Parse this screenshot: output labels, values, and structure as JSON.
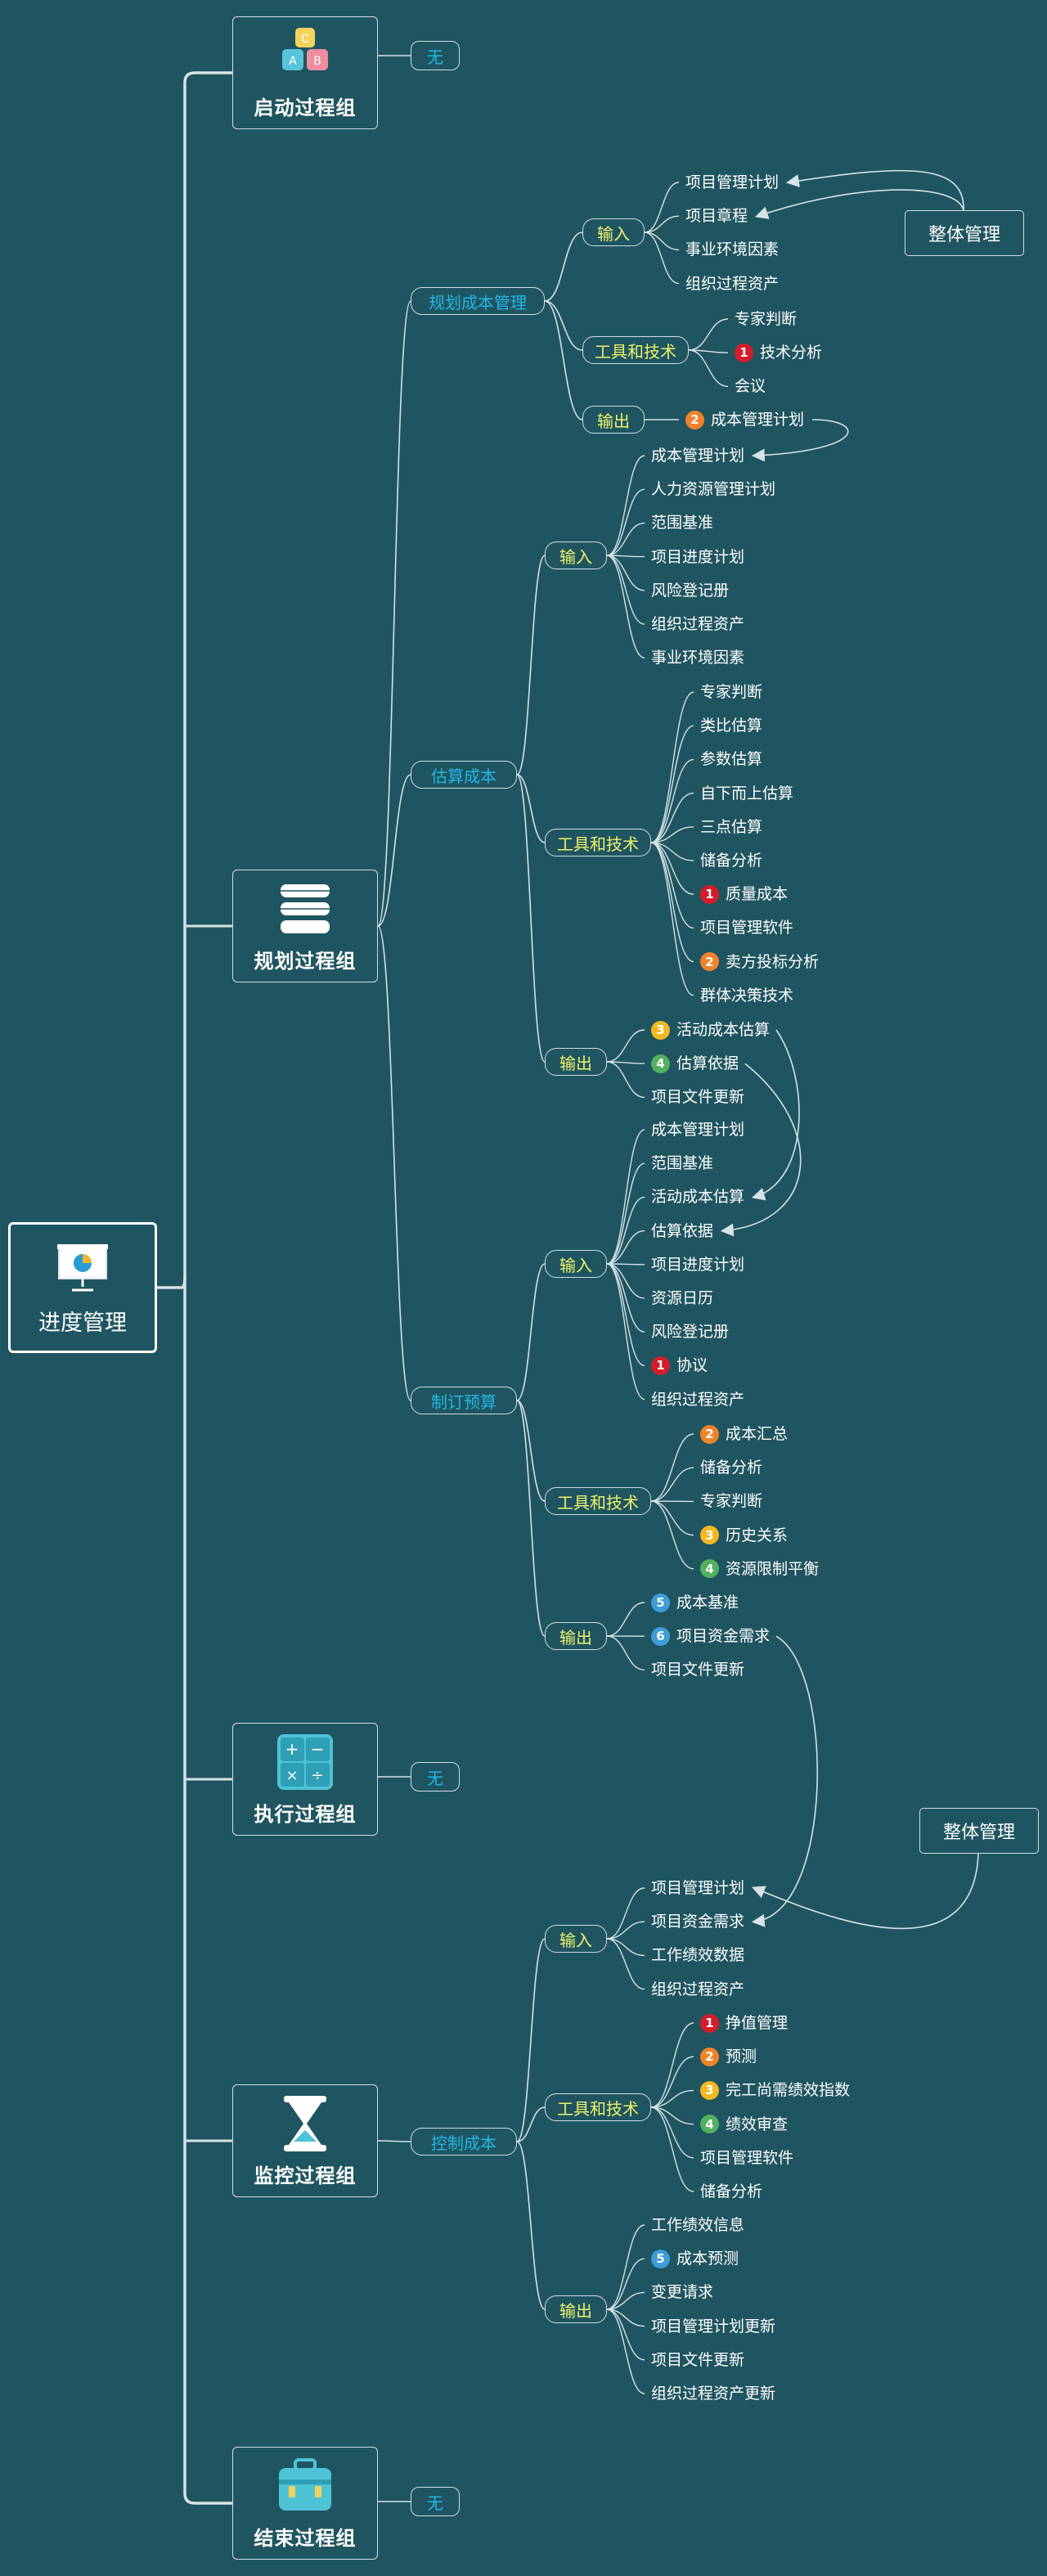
{
  "root": {
    "title": "进度管理"
  },
  "none_label": "无",
  "colors": {
    "background": "#1f5560",
    "process": "#22b8e6",
    "category": "#eef26a",
    "line": "#d6e3e6",
    "badge_1": "#d51c2a",
    "badge_2": "#f0832a",
    "badge_3": "#f3b822",
    "badge_4": "#52b061",
    "badge_5": "#3d9ed6",
    "badge_6": "#3d9ed6"
  },
  "groups": [
    {
      "id": "g1",
      "label": "启动过程组",
      "icon": "abc-blocks-icon"
    },
    {
      "id": "g2",
      "label": "规划过程组",
      "icon": "stacked-layers-icon"
    },
    {
      "id": "g3",
      "label": "执行过程组",
      "icon": "calculator-icon"
    },
    {
      "id": "g4",
      "label": "监控过程组",
      "icon": "hourglass-icon"
    },
    {
      "id": "g5",
      "label": "结束过程组",
      "icon": "briefcase-icon"
    }
  ],
  "processes": [
    {
      "id": "p1",
      "label": "规划成本管理",
      "categories": [
        {
          "label": "输入",
          "items": [
            {
              "text": "项目管理计划"
            },
            {
              "text": "项目章程"
            },
            {
              "text": "事业环境因素"
            },
            {
              "text": "组织过程资产"
            }
          ]
        },
        {
          "label": "工具和技术",
          "items": [
            {
              "text": "专家判断"
            },
            {
              "text": "技术分析",
              "badge": "1"
            },
            {
              "text": "会议"
            }
          ]
        },
        {
          "label": "输出",
          "items": [
            {
              "text": "成本管理计划",
              "badge": "2"
            }
          ]
        }
      ]
    },
    {
      "id": "p2",
      "label": "估算成本",
      "categories": [
        {
          "label": "输入",
          "items": [
            {
              "text": "成本管理计划"
            },
            {
              "text": "人力资源管理计划"
            },
            {
              "text": "范围基准"
            },
            {
              "text": "项目进度计划"
            },
            {
              "text": "风险登记册"
            },
            {
              "text": "组织过程资产"
            },
            {
              "text": "事业环境因素"
            }
          ]
        },
        {
          "label": "工具和技术",
          "items": [
            {
              "text": "专家判断"
            },
            {
              "text": "类比估算"
            },
            {
              "text": "参数估算"
            },
            {
              "text": "自下而上估算"
            },
            {
              "text": "三点估算"
            },
            {
              "text": "储备分析"
            },
            {
              "text": "质量成本",
              "badge": "1"
            },
            {
              "text": "项目管理软件"
            },
            {
              "text": "卖方投标分析",
              "badge": "2"
            },
            {
              "text": "群体决策技术"
            }
          ]
        },
        {
          "label": "输出",
          "items": [
            {
              "text": "活动成本估算",
              "badge": "3"
            },
            {
              "text": "估算依据",
              "badge": "4"
            },
            {
              "text": "项目文件更新"
            }
          ]
        }
      ]
    },
    {
      "id": "p3",
      "label": "制订预算",
      "categories": [
        {
          "label": "输入",
          "items": [
            {
              "text": "成本管理计划"
            },
            {
              "text": "范围基准"
            },
            {
              "text": "活动成本估算"
            },
            {
              "text": "估算依据"
            },
            {
              "text": "项目进度计划"
            },
            {
              "text": "资源日历"
            },
            {
              "text": "风险登记册"
            },
            {
              "text": "协议",
              "badge": "1"
            },
            {
              "text": "组织过程资产"
            }
          ]
        },
        {
          "label": "工具和技术",
          "items": [
            {
              "text": "成本汇总",
              "badge": "2"
            },
            {
              "text": "储备分析"
            },
            {
              "text": "专家判断"
            },
            {
              "text": "历史关系",
              "badge": "3"
            },
            {
              "text": "资源限制平衡",
              "badge": "4"
            }
          ]
        },
        {
          "label": "输出",
          "items": [
            {
              "text": "成本基准",
              "badge": "5"
            },
            {
              "text": "项目资金需求",
              "badge": "6"
            },
            {
              "text": "项目文件更新"
            }
          ]
        }
      ]
    },
    {
      "id": "p4",
      "label": "控制成本",
      "categories": [
        {
          "label": "输入",
          "items": [
            {
              "text": "项目管理计划"
            },
            {
              "text": "项目资金需求"
            },
            {
              "text": "工作绩效数据"
            },
            {
              "text": "组织过程资产"
            }
          ]
        },
        {
          "label": "工具和技术",
          "items": [
            {
              "text": "挣值管理",
              "badge": "1"
            },
            {
              "text": "预测",
              "badge": "2"
            },
            {
              "text": "完工尚需绩效指数",
              "badge": "3"
            },
            {
              "text": "绩效审查",
              "badge": "4"
            },
            {
              "text": "项目管理软件"
            },
            {
              "text": "储备分析"
            }
          ]
        },
        {
          "label": "输出",
          "items": [
            {
              "text": "工作绩效信息"
            },
            {
              "text": "成本预测",
              "badge": "5"
            },
            {
              "text": "变更请求"
            },
            {
              "text": "项目管理计划更新"
            },
            {
              "text": "项目文件更新"
            },
            {
              "text": "组织过程资产更新"
            }
          ]
        }
      ]
    }
  ],
  "external_refs": [
    {
      "label": "整体管理"
    },
    {
      "label": "整体管理"
    }
  ]
}
